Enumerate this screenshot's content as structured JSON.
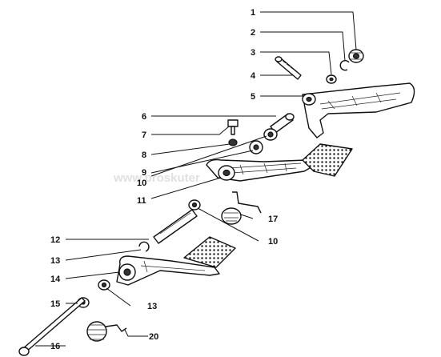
{
  "watermark": "www.proskuter",
  "callouts": [
    {
      "id": "c1",
      "label": "1"
    },
    {
      "id": "c2",
      "label": "2"
    },
    {
      "id": "c3",
      "label": "3"
    },
    {
      "id": "c4",
      "label": "4"
    },
    {
      "id": "c5",
      "label": "5"
    },
    {
      "id": "c6",
      "label": "6"
    },
    {
      "id": "c7",
      "label": "7"
    },
    {
      "id": "c8",
      "label": "8"
    },
    {
      "id": "c9",
      "label": "9"
    },
    {
      "id": "c10a",
      "label": "10"
    },
    {
      "id": "c11",
      "label": "11"
    },
    {
      "id": "c17",
      "label": "17"
    },
    {
      "id": "c10b",
      "label": "10"
    },
    {
      "id": "c12",
      "label": "12"
    },
    {
      "id": "c13a",
      "label": "13"
    },
    {
      "id": "c14",
      "label": "14"
    },
    {
      "id": "c13b",
      "label": "13"
    },
    {
      "id": "c15",
      "label": "15"
    },
    {
      "id": "c20",
      "label": "20"
    },
    {
      "id": "c16",
      "label": "16"
    }
  ]
}
